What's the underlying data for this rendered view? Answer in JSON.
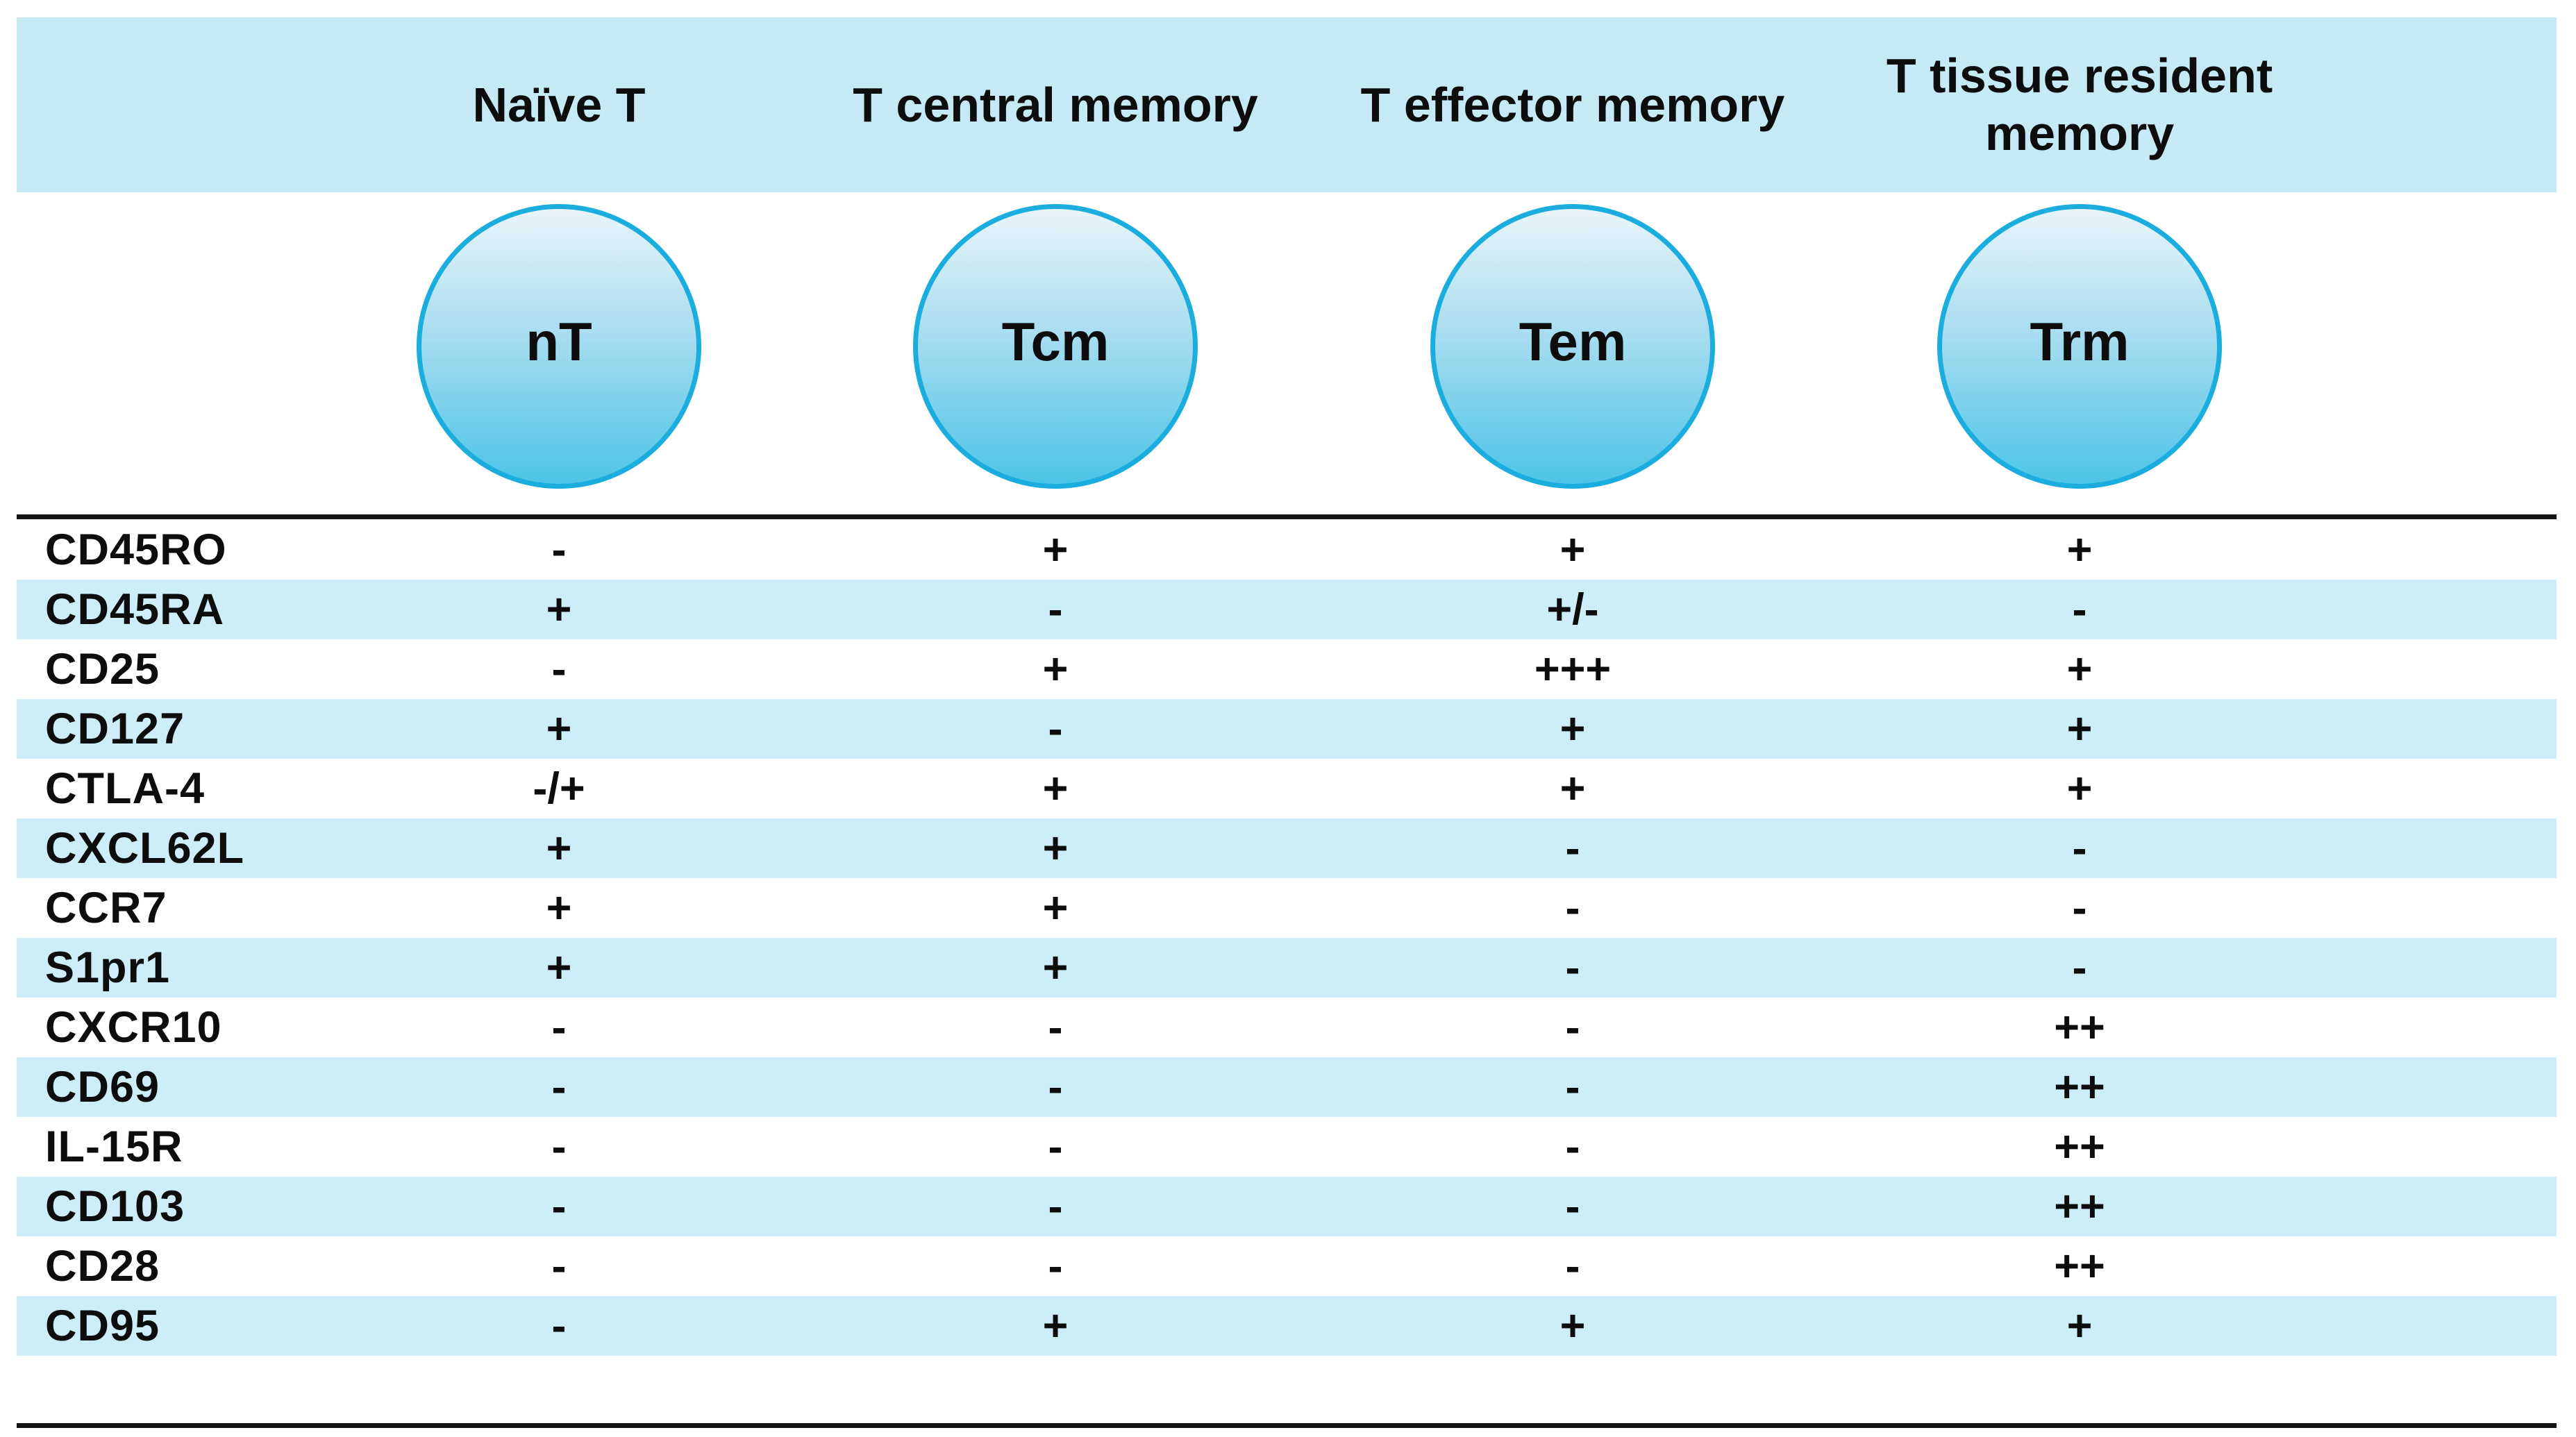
{
  "figure": {
    "description": "T cell subset surface marker expression table",
    "columns": [
      {
        "header": "Naïve T",
        "circle_label": "nT"
      },
      {
        "header": "T central memory",
        "circle_label": "Tcm"
      },
      {
        "header": "T effector memory",
        "circle_label": "Tem"
      },
      {
        "header": "T tissue resident memory",
        "circle_label": "Trm"
      }
    ],
    "rows": [
      {
        "marker": "CD45RO",
        "values": [
          "-",
          "+",
          "+",
          "+"
        ]
      },
      {
        "marker": "CD45RA",
        "values": [
          "+",
          "-",
          "+/-",
          "-"
        ]
      },
      {
        "marker": "CD25",
        "values": [
          "-",
          "+",
          "+++",
          "+"
        ]
      },
      {
        "marker": "CD127",
        "values": [
          "+",
          "-",
          "+",
          "+"
        ]
      },
      {
        "marker": "CTLA-4",
        "values": [
          "-/+",
          "+",
          "+",
          "+"
        ]
      },
      {
        "marker": "CXCL62L",
        "values": [
          "+",
          "+",
          "-",
          "-"
        ]
      },
      {
        "marker": "CCR7",
        "values": [
          "+",
          "+",
          "-",
          "-"
        ]
      },
      {
        "marker": "S1pr1",
        "values": [
          "+",
          "+",
          "-",
          "-"
        ]
      },
      {
        "marker": "CXCR10",
        "values": [
          "-",
          "-",
          "-",
          "++"
        ]
      },
      {
        "marker": "CD69",
        "values": [
          "-",
          "-",
          "-",
          "++"
        ]
      },
      {
        "marker": "IL-15R",
        "values": [
          "-",
          "-",
          "-",
          "++"
        ]
      },
      {
        "marker": "CD103",
        "values": [
          "-",
          "-",
          "-",
          "++"
        ]
      },
      {
        "marker": "CD28",
        "values": [
          "-",
          "-",
          "-",
          "++"
        ]
      },
      {
        "marker": "CD95",
        "values": [
          "-",
          "+",
          "+",
          "+"
        ]
      }
    ]
  },
  "chart_data": {
    "type": "table",
    "title": "",
    "column_headers": [
      "",
      "Naïve T (nT)",
      "T central memory (Tcm)",
      "T effector memory (Tem)",
      "T tissue resident memory (Trm)"
    ],
    "rows": [
      [
        "CD45RO",
        "-",
        "+",
        "+",
        "+"
      ],
      [
        "CD45RA",
        "+",
        "-",
        "+/-",
        "-"
      ],
      [
        "CD25",
        "-",
        "+",
        "+++",
        "+"
      ],
      [
        "CD127",
        "+",
        "-",
        "+",
        "+"
      ],
      [
        "CTLA-4",
        "-/+",
        "+",
        "+",
        "+"
      ],
      [
        "CXCL62L",
        "+",
        "+",
        "-",
        "-"
      ],
      [
        "CCR7",
        "+",
        "+",
        "-",
        "-"
      ],
      [
        "S1pr1",
        "+",
        "+",
        "-",
        "-"
      ],
      [
        "CXCR10",
        "-",
        "-",
        "-",
        "++"
      ],
      [
        "CD69",
        "-",
        "-",
        "-",
        "++"
      ],
      [
        "IL-15R",
        "-",
        "-",
        "-",
        "++"
      ],
      [
        "CD103",
        "-",
        "-",
        "-",
        "++"
      ],
      [
        "CD28",
        "-",
        "-",
        "-",
        "++"
      ],
      [
        "CD95",
        "-",
        "+",
        "+",
        "+"
      ]
    ],
    "layout_hints": {
      "striped_rows": "even rows light blue",
      "grid": "off",
      "top_and_bottom_rules": true
    }
  },
  "colors": {
    "header_band": "#c5e9f5",
    "row_stripe": "#cdeef8",
    "circle_border": "#1badde",
    "circle_gradient_top": "#e9f5fb",
    "circle_gradient_mid": "#a9ddf0",
    "circle_gradient_bottom": "#4cc4e8",
    "rule": "#141414",
    "text": "#0d0d0d"
  }
}
